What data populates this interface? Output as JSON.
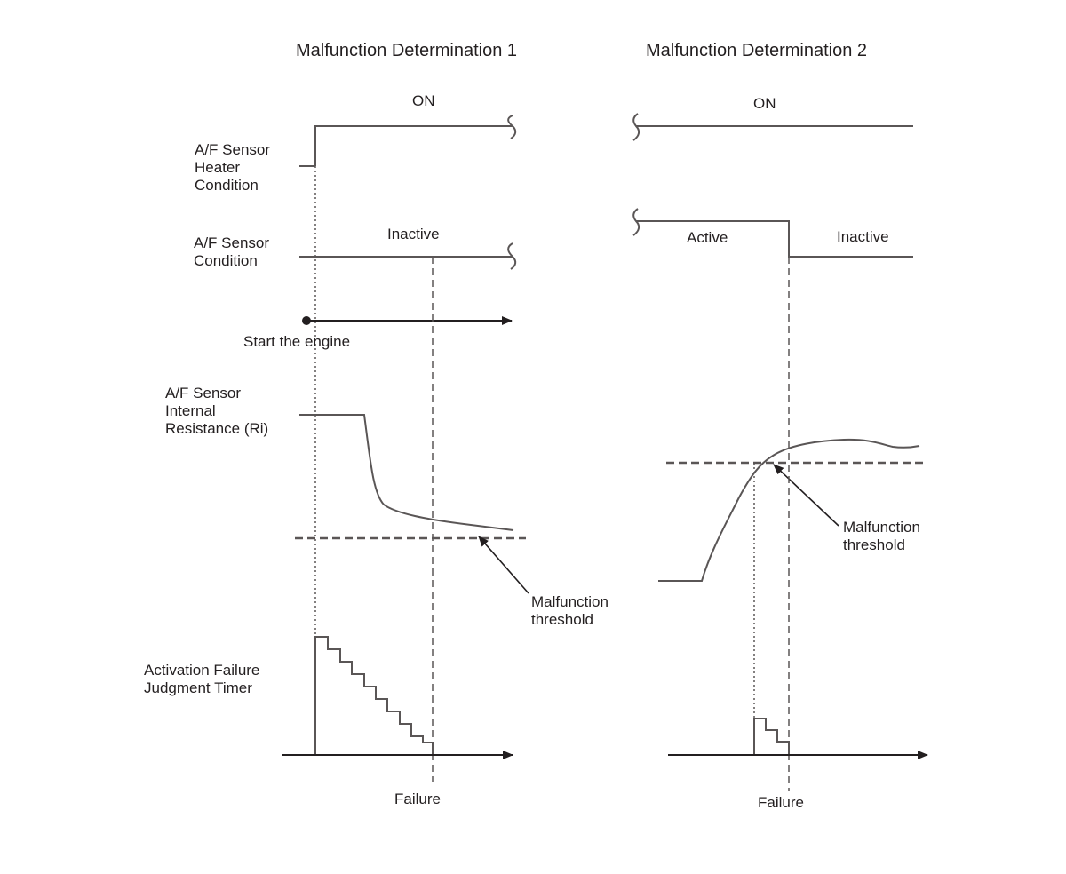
{
  "diagram": {
    "panel1": {
      "title": "Malfunction Determination 1",
      "heater_state": "ON",
      "sensor_state": "Inactive",
      "engine_label": "Start the engine",
      "threshold_label": "Malfunction\nthreshold",
      "failure_label": "Failure"
    },
    "panel2": {
      "title": "Malfunction Determination 2",
      "heater_state": "ON",
      "sensor_state_before": "Active",
      "sensor_state_after": "Inactive",
      "threshold_label": "Malfunction\nthreshold",
      "failure_label": "Failure"
    },
    "row_labels": {
      "heater": "A/F Sensor\nHeater\nCondition",
      "sensor": "A/F Sensor\nCondition",
      "resistance": "A/F Sensor\nInternal\nResistance (Ri)",
      "timer": "Activation Failure\nJudgment Timer"
    },
    "line_color": "#5a5656",
    "text_color": "#231f20"
  }
}
